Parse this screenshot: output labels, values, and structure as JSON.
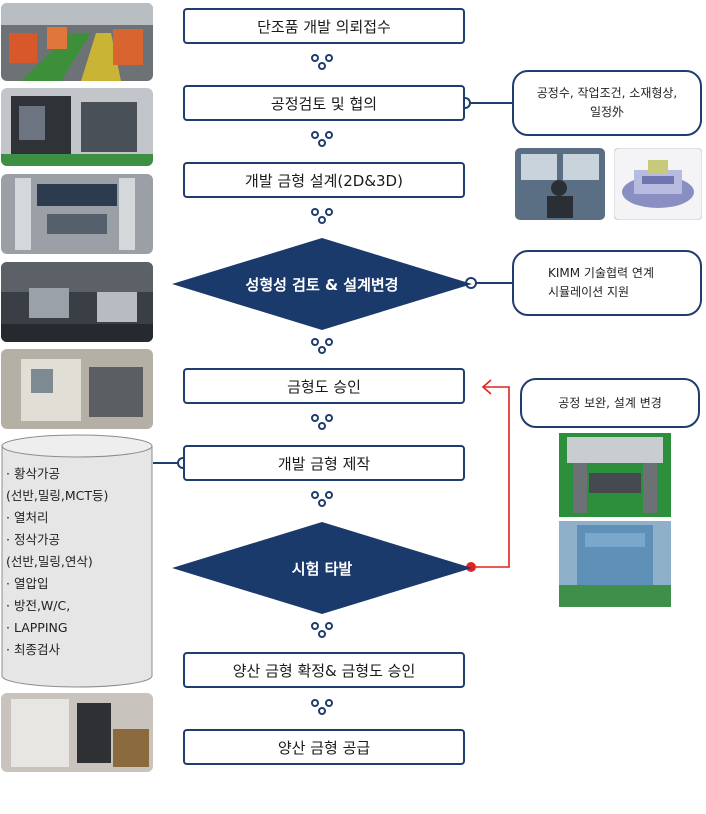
{
  "steps": [
    "단조품 개발 의뢰접수",
    "공정검토 및 협의",
    "개발 금형 설계(2D&3D)",
    "성형성 검토 & 설계변경",
    "금형도 승인",
    "개발 금형 제작",
    "시험 타발",
    "양산 금형 확정& 금형도 승인",
    "양산 금형 공급"
  ],
  "notes": {
    "review_line1": "공정수, 작업조건, 소재형상,",
    "review_line2": "일정外",
    "kimm_line1": "KIMM  기술협력 연계",
    "kimm_line2": "시뮬레이션 지원",
    "feedback": "공정 보완, 설계 변경"
  },
  "process_list": [
    "· 황삭가공",
    " (선반,밀링,MCT등)",
    "· 열처리",
    "· 정삭가공",
    " (선반,밀링,연삭)",
    "· 열압입",
    "· 방전,W/C,",
    "·  LAPPING",
    "· 최종검사"
  ],
  "colors": {
    "navy": "#1f3d6e",
    "diamond": "#1a3a6b",
    "red": "#e0231f",
    "cylinder": "#e6e6e6"
  }
}
